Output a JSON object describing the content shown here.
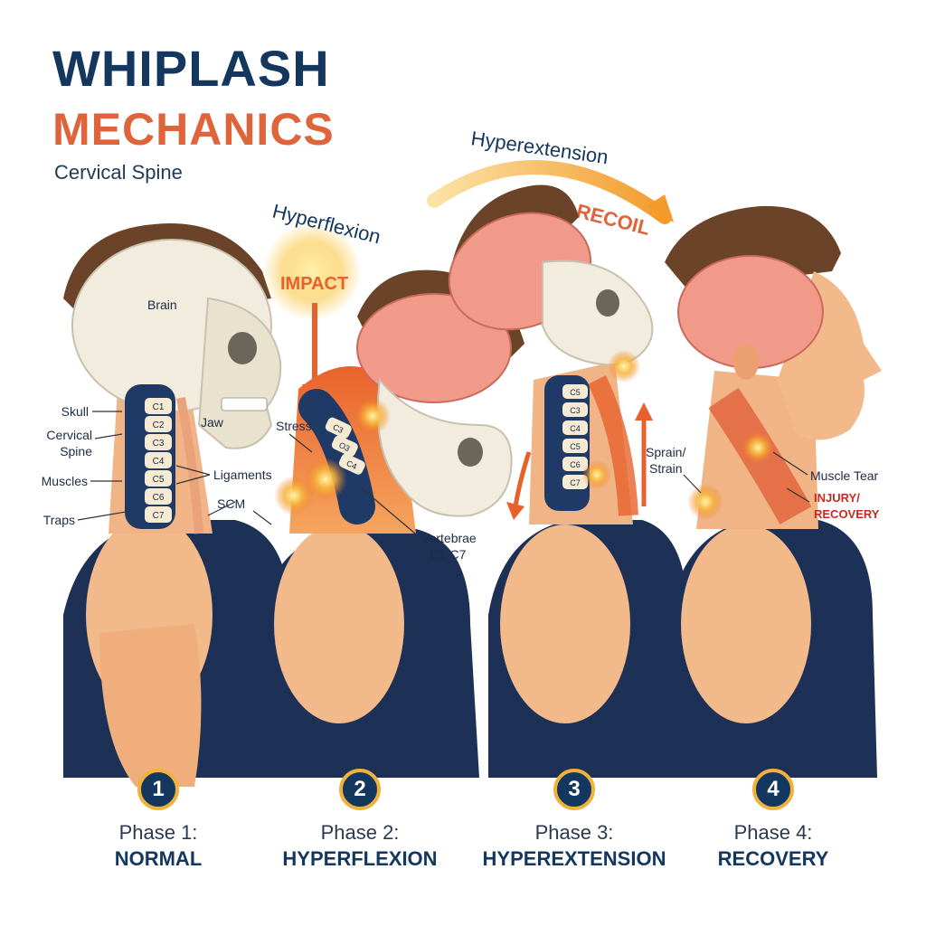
{
  "header": {
    "title_line1": "WHIPLASH",
    "title_line2": "MECHANICS",
    "subtitle": "Cervical Spine"
  },
  "motion": {
    "hyperflexion": "Hyperflexion",
    "hyperextension": "Hyperextension",
    "impact": "IMPACT",
    "recoil": "RECOIL"
  },
  "labels": {
    "brain": "Brain",
    "skull": "Skull",
    "cervical_spine_1": "Cervical",
    "cervical_spine_2": "Spine",
    "muscles": "Muscles",
    "traps": "Traps",
    "jaw": "Jaw",
    "ligaments": "Ligaments",
    "stress": "Stress",
    "scm": "SCM",
    "vertebrae_1": "Vertebrae",
    "vertebrae_2": "C1-C7",
    "sprain_1": "Sprain/",
    "sprain_2": "Strain",
    "muscle_tear": "Muscle Tear",
    "injury_1": "INJURY/",
    "injury_2": "RECOVERY"
  },
  "vertebrae": {
    "phase1": [
      "C1",
      "C2",
      "C3",
      "C4",
      "C5",
      "C6",
      "C7"
    ],
    "phase2": [
      "C3",
      "O3",
      "C4"
    ],
    "phase3": [
      "C5",
      "C3",
      "C4",
      "C5",
      "C6",
      "C7"
    ]
  },
  "phases": [
    {
      "number": "1",
      "label": "Phase 1:",
      "name": "NORMAL"
    },
    {
      "number": "2",
      "label": "Phase 2:",
      "name": "HYPERFLEXION"
    },
    {
      "number": "3",
      "label": "Phase 3:",
      "name": "HYPEREXTENSION"
    },
    {
      "number": "4",
      "label": "Phase 4:",
      "name": "RECOVERY"
    }
  ],
  "colors": {
    "navy": "#13375f",
    "orange": "#e0643a",
    "skin": "#f2b98b",
    "hair": "#6b4328",
    "shirt": "#1d3157",
    "bone": "#f1ecdd",
    "brain": "#f19a8a",
    "pain": "#f39a1f",
    "injury_red": "#c62b22"
  }
}
